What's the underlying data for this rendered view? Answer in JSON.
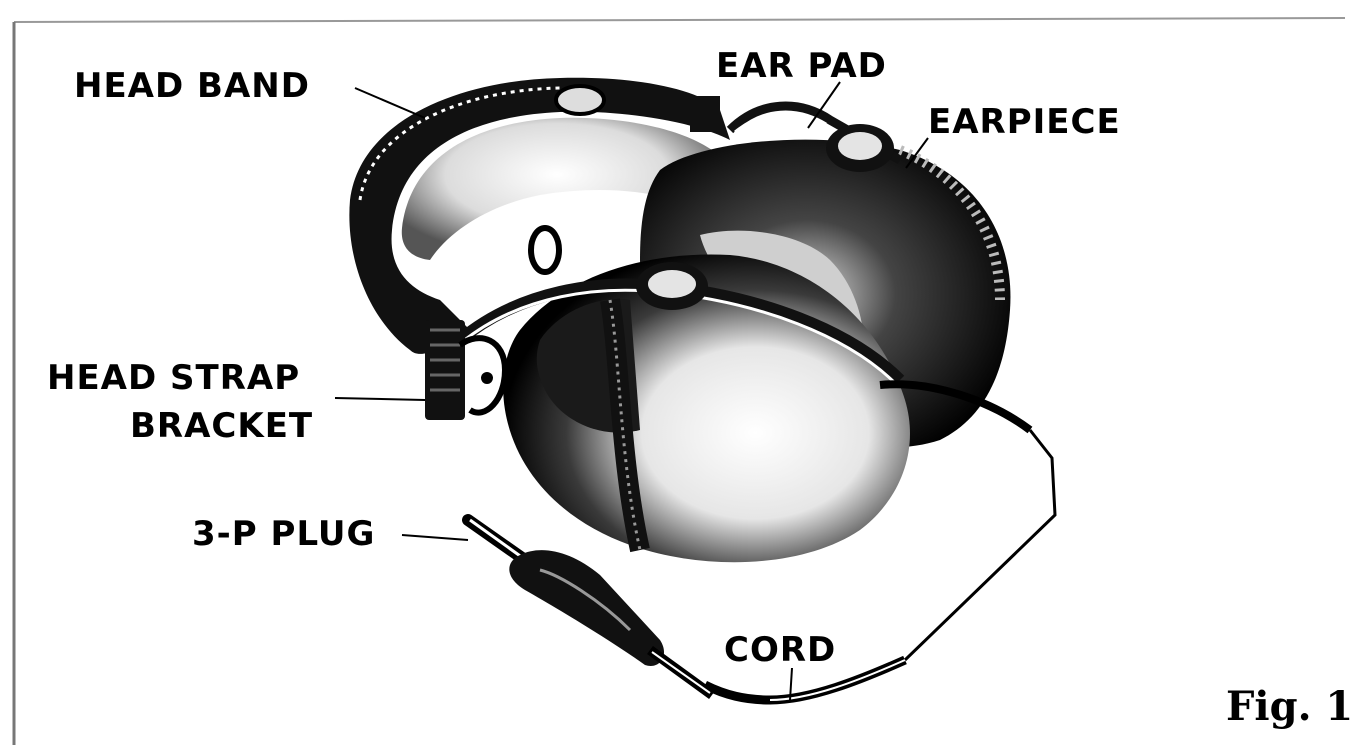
{
  "labels": {
    "head_band": "HEAD BAND",
    "ear_pad": "EAR PAD",
    "earpiece": "EARPIECE",
    "head_strap_line1": "HEAD STRAP",
    "head_strap_line2": "BRACKET",
    "plug": "3-P PLUG",
    "cord": "CORD"
  },
  "figure_label": "Fig. 1",
  "colors": {
    "ink": "#000000",
    "paper": "#ffffff",
    "stipple": "#6b6b6b"
  }
}
